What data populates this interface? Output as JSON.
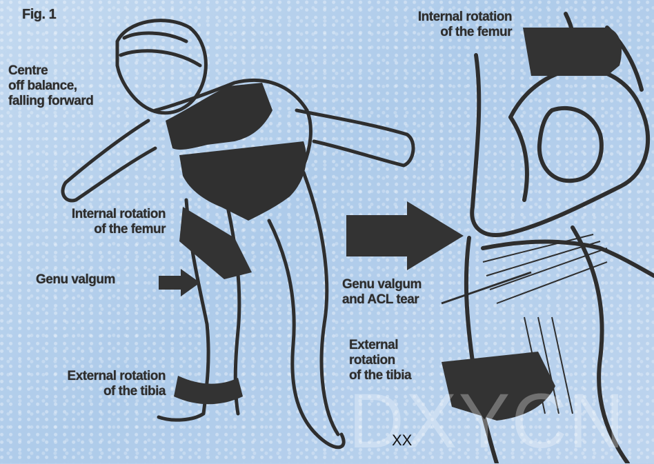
{
  "figure": {
    "fig_label": "Fig. 1",
    "left_labels": {
      "balance": "Centre\noff balance,\nfalling forward",
      "femur": "Internal rotation\nof the femur",
      "genu": "Genu valgum",
      "tibia": "External rotation\nof the tibia"
    },
    "right_labels": {
      "femur": "Internal rotation\nof the femur",
      "acl": "Genu valgum\nand ACL tear",
      "tibia": "External\nrotation\nof the tibia"
    },
    "watermark": "DXYCN",
    "footer_mark": "XX"
  },
  "colors": {
    "background": "#b9d2ec",
    "ink": "#2c2c2c"
  }
}
